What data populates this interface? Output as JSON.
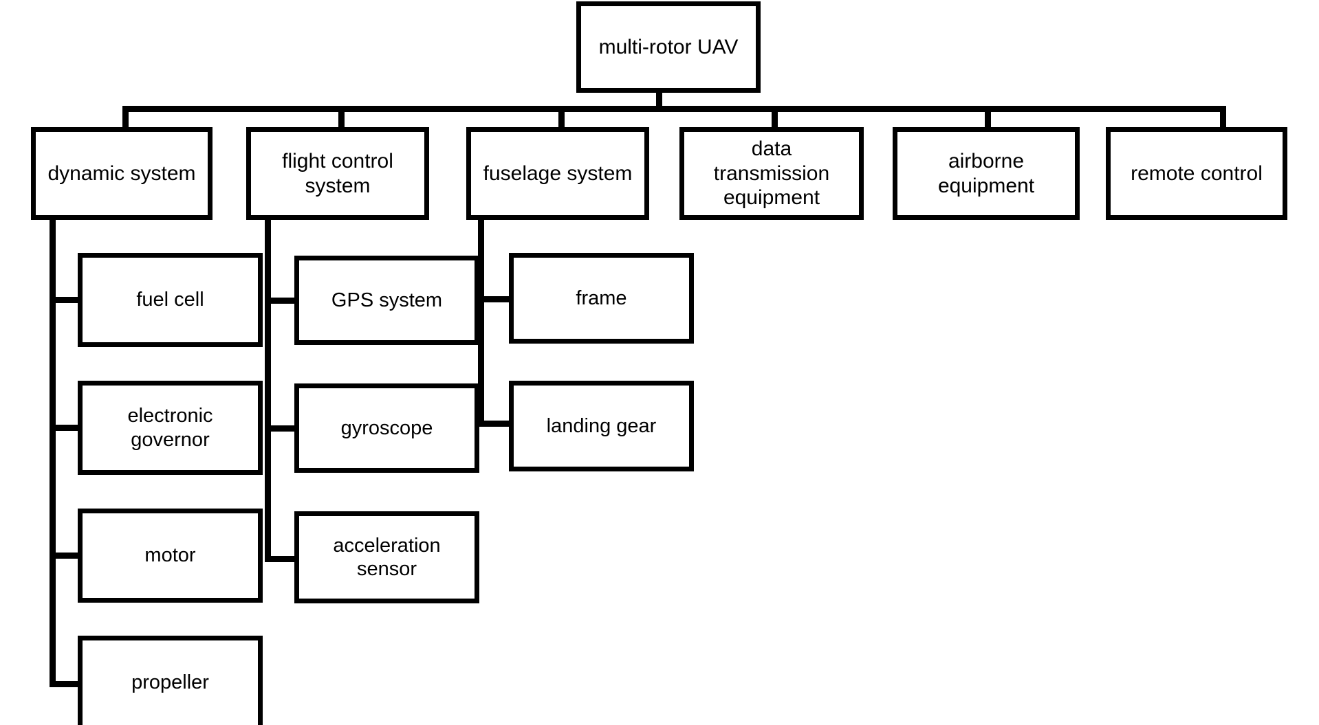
{
  "diagram": {
    "title": "multi-rotor UAV system composition tree",
    "type": "hierarchy-tree",
    "orientation": "top-down-then-left-branch",
    "line_color": "#000000",
    "box_fill": "#ffffff",
    "box_border_color": "#000000",
    "root": {
      "label": "multi-rotor UAV"
    },
    "level2": [
      {
        "label": "dynamic system"
      },
      {
        "label": "flight control\nsystem"
      },
      {
        "label": "fuselage system"
      },
      {
        "label": "data\ntransmission\nequipment"
      },
      {
        "label": "airborne\nequipment"
      },
      {
        "label": "remote control"
      }
    ],
    "level3": {
      "dynamic_system": [
        {
          "label": "fuel cell"
        },
        {
          "label": "electronic\ngovernor"
        },
        {
          "label": "motor"
        },
        {
          "label": "propeller"
        }
      ],
      "flight_control_system": [
        {
          "label": "GPS system"
        },
        {
          "label": "gyroscope"
        },
        {
          "label": "acceleration\nsensor"
        }
      ],
      "fuselage_system": [
        {
          "label": "frame"
        },
        {
          "label": "landing gear"
        }
      ],
      "data_transmission_equipment": [],
      "airborne_equipment": [],
      "remote_control": []
    }
  }
}
